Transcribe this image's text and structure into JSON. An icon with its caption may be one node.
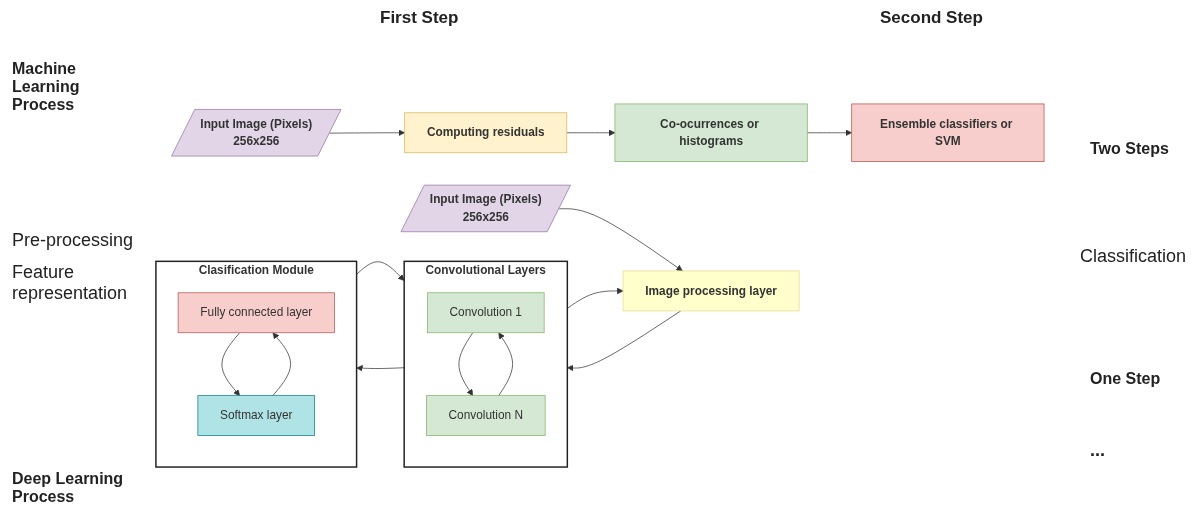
{
  "diagram": {
    "nodes": [
      {
        "text": [
          "Input Image (Pixels)",
          "256x256"
        ]
      },
      {
        "text": [
          "Computing residuals"
        ]
      },
      {
        "text": [
          "Co-ocurrences or histograms"
        ]
      },
      {
        "text": [
          "Ensemble classifiers or SVM"
        ]
      },
      {
        "text": [
          "Input Image (Pixels)",
          "256x256"
        ]
      },
      {
        "text": [
          "Image processing layer"
        ]
      },
      {
        "text": [
          "Convolutional Layers"
        ]
      },
      {
        "text": [
          "Convolution  1"
        ],
        "in": 6
      },
      {
        "text": [
          "Convolution  N"
        ],
        "in": 6
      },
      {
        "text": [
          "Clasification Module"
        ]
      },
      {
        "text": [
          "Fully connected layer"
        ],
        "in": 9
      },
      {
        "text": [
          "Softmax layer"
        ],
        "in": 9
      }
    ],
    "edges": [
      {
        "from": 0,
        "to": 1,
        "arrow": "to"
      },
      {
        "from": 1,
        "to": 2,
        "arrow": "to"
      },
      {
        "from": 2,
        "to": 3,
        "arrow": "to"
      },
      {
        "from": 4,
        "to": 5,
        "arrow": "to"
      },
      {
        "from": 5,
        "to": 6,
        "arrow": "to"
      },
      {
        "from": 6,
        "to": 5,
        "arrow": "to"
      },
      {
        "from": 7,
        "to": 8,
        "arrow": "to"
      },
      {
        "from": 8,
        "to": 7,
        "arrow": "to"
      },
      {
        "from": 6,
        "to": 9,
        "arrow": "to"
      },
      {
        "from": 9,
        "to": 6,
        "arrow": "to"
      },
      {
        "from": 10,
        "to": 11,
        "arrow": "to"
      },
      {
        "from": 11,
        "to": 10,
        "arrow": "to"
      }
    ],
    "labels": [
      "First Step",
      "Second Step",
      "Machine Learning Process",
      "Two Steps",
      "Pre-processing",
      "Feature representation",
      "Classification",
      "One Step",
      "...",
      "Deep Learning Process"
    ]
  }
}
